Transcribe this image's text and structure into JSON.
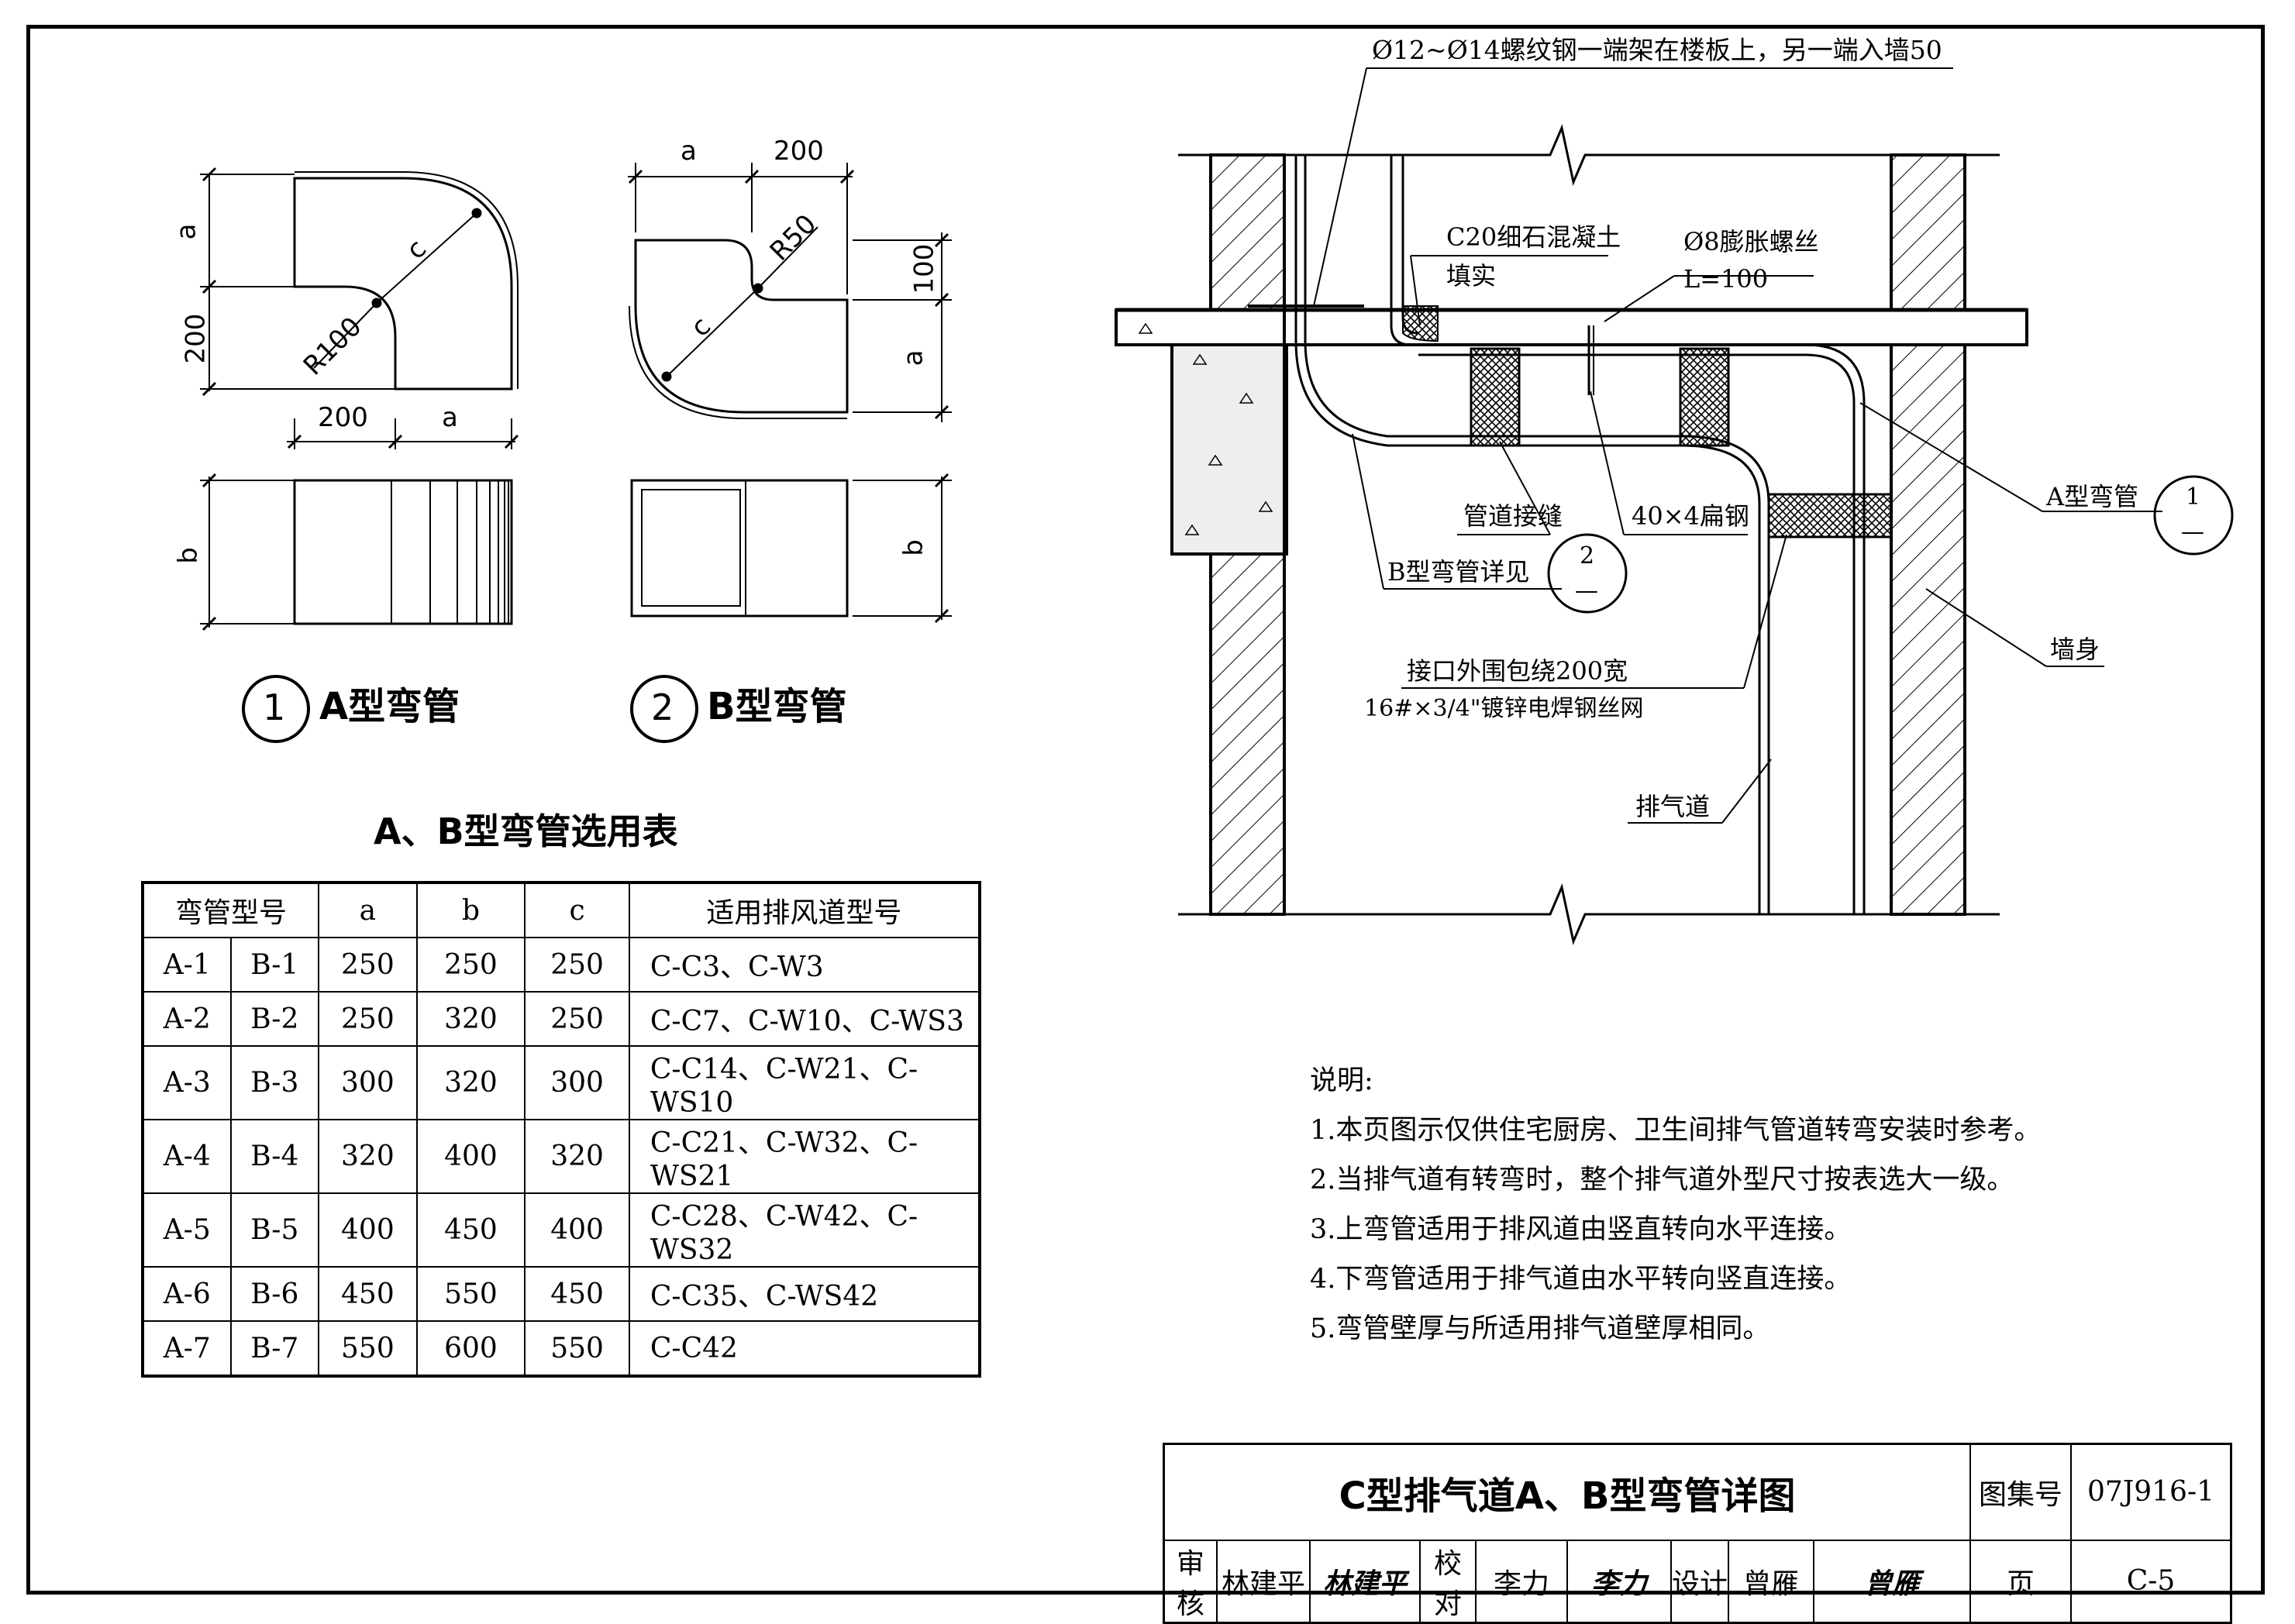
{
  "detail1": {
    "circle_num": "1",
    "title": "A型弯管",
    "dims": {
      "a_top": "a",
      "dim_200_left": "200",
      "dim_200_bottom": "200",
      "a_bottom": "a",
      "radius": "R100",
      "c": "c",
      "b": "b"
    }
  },
  "detail2": {
    "circle_num": "2",
    "title": "B型弯管",
    "dims": {
      "a_top": "a",
      "dim_200_top": "200",
      "dim_100": "100",
      "a_right": "a",
      "radius": "R50",
      "c": "c",
      "b": "b"
    }
  },
  "table": {
    "title": "A、B型弯管选用表",
    "headers": [
      "弯管型号",
      "a",
      "b",
      "c",
      "适用排风道型号"
    ],
    "rows": [
      [
        "A-1",
        "B-1",
        "250",
        "250",
        "250",
        "C-C3、C-W3"
      ],
      [
        "A-2",
        "B-2",
        "250",
        "320",
        "250",
        "C-C7、C-W10、C-WS3"
      ],
      [
        "A-3",
        "B-3",
        "300",
        "320",
        "300",
        "C-C14、C-W21、C-WS10"
      ],
      [
        "A-4",
        "B-4",
        "320",
        "400",
        "320",
        "C-C21、C-W32、C-WS21"
      ],
      [
        "A-5",
        "B-5",
        "400",
        "450",
        "400",
        "C-C28、C-W42、C-WS32"
      ],
      [
        "A-6",
        "B-6",
        "450",
        "550",
        "450",
        "C-C35、C-WS42"
      ],
      [
        "A-7",
        "B-7",
        "550",
        "600",
        "550",
        "C-C42"
      ]
    ]
  },
  "section": {
    "rebar_note": "Ø12~Ø14螺纹钢一端架在楼板上，另一端入墙50",
    "concrete_line1": "C20细石混凝土",
    "concrete_line2": "填实",
    "bolt_line1": "Ø8膨胀螺丝",
    "bolt_line2": "L=100",
    "pipe_joint": "管道接缝",
    "flat_steel": "40×4扁钢",
    "a_bend": "A型弯管",
    "ref1_top": "1",
    "ref1_bottom": "—",
    "b_bend_ref": "B型弯管详见",
    "ref2_top": "2",
    "ref2_bottom": "—",
    "wall": "墙身",
    "wrap_line1": "接口外围包绕200宽",
    "wrap_line2": "16#×3/4\"镀锌电焊钢丝网",
    "exhaust_duct": "排气道"
  },
  "notes": {
    "heading": "说明:",
    "items": [
      "1.本页图示仅供住宅厨房、卫生间排气管道转弯安装时参考。",
      "2.当排气道有转弯时，整个排气道外型尺寸按表选大一级。",
      "3.上弯管适用于排风道由竖直转向水平连接。",
      "4.下弯管适用于排气道由水平转向竖直连接。",
      "5.弯管壁厚与所适用排气道壁厚相同。"
    ]
  },
  "title_block": {
    "drawing_title": "C型排气道A、B型弯管详图",
    "atlas_label": "图集号",
    "atlas_no": "07J916-1",
    "review_label": "审核",
    "reviewer": "林建平",
    "reviewer_sig": "林建平",
    "check_label": "校对",
    "checker": "李力",
    "checker_sig": "李力",
    "design_label": "设计",
    "designer": "曾雁",
    "designer_sig": "曾雁",
    "page_label": "页",
    "page_no": "C-5"
  }
}
